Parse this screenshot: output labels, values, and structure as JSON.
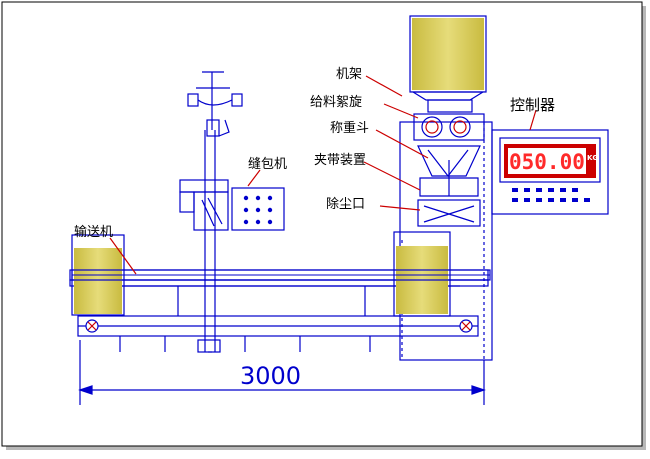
{
  "labels": {
    "frame": "机架",
    "feeder": "给料絮旋",
    "weigh_hopper": "称重斗",
    "clamp": "夹带装置",
    "dust": "除尘口",
    "controller": "控制器",
    "sewing": "缝包机",
    "conveyor": "输送机"
  },
  "display": {
    "reading": "050.00",
    "unit": "KG"
  },
  "dimension": {
    "width": "3000"
  },
  "colors": {
    "line": "#0000cc",
    "fill": "#d8cc58",
    "display_bg": "#cc0000",
    "text": "#000000"
  }
}
